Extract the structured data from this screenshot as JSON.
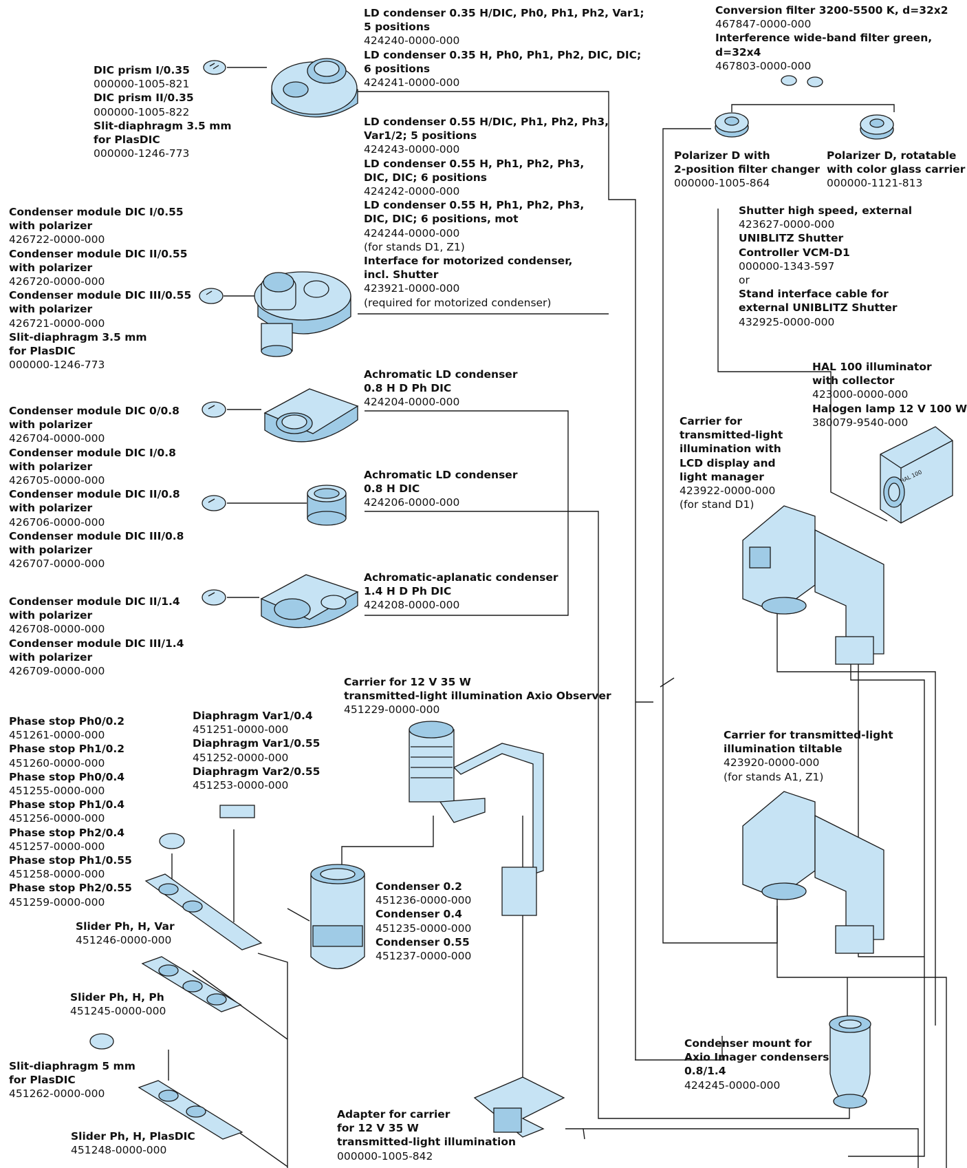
{
  "colors": {
    "part_fill": "#c6e3f4",
    "part_dark": "#9fcbe6",
    "line": "#1a1a1a",
    "text": "#111111"
  },
  "labels": {
    "dic_prism_035": [
      {
        "t": "DIC prism I/0.35"
      },
      {
        "c": "000000-1005-821"
      },
      {
        "t": "DIC prism II/0.35"
      },
      {
        "c": "000000-1005-822"
      },
      {
        "t": "Slit-diaphragm 3.5 mm"
      },
      {
        "t": "for PlasDIC"
      },
      {
        "c": "000000-1246-773"
      }
    ],
    "ld_condenser_035": [
      {
        "t": "LD condenser 0.35 H/DIC, Ph0, Ph1, Ph2, Var1;"
      },
      {
        "t": "5 positions"
      },
      {
        "c": "424240-0000-000"
      },
      {
        "t": "LD condenser 0.35 H, Ph0, Ph1, Ph2, DIC, DIC;"
      },
      {
        "t": "6 positions"
      },
      {
        "c": "424241-0000-000"
      }
    ],
    "ld_condenser_055": [
      {
        "t": "LD condenser 0.55 H/DIC, Ph1, Ph2, Ph3,"
      },
      {
        "t": "Var1/2; 5 positions"
      },
      {
        "c": "424243-0000-000"
      },
      {
        "t": "LD condenser 0.55 H, Ph1, Ph2, Ph3,"
      },
      {
        "t": "DIC, DIC; 6 positions"
      },
      {
        "c": "424242-0000-000"
      },
      {
        "t": "LD condenser 0.55 H, Ph1, Ph2, Ph3,"
      },
      {
        "t": "DIC, DIC; 6 positions, mot"
      },
      {
        "c": "424244-0000-000"
      },
      {
        "c": "(for stands D1, Z1)"
      },
      {
        "t": "Interface for motorized condenser,"
      },
      {
        "t": "incl. Shutter"
      },
      {
        "c": "423921-0000-000"
      },
      {
        "c": "(required for motorized condenser)"
      }
    ],
    "conversion_filter": [
      {
        "t": "Conversion filter 3200-5500 K, d=32x2"
      },
      {
        "c": "467847-0000-000"
      },
      {
        "t": "Interference wide-band filter green,"
      },
      {
        "t": "d=32x4"
      },
      {
        "c": "467803-0000-000"
      }
    ],
    "polarizer_d": [
      {
        "t": "Polarizer D with"
      },
      {
        "t": "2-position filter changer"
      },
      {
        "c": "000000-1005-864"
      }
    ],
    "polarizer_d_rot": [
      {
        "t": "Polarizer D, rotatable"
      },
      {
        "t": "with color glass carrier"
      },
      {
        "c": "000000-1121-813"
      }
    ],
    "shutter": [
      {
        "t": "Shutter high speed, external"
      },
      {
        "c": "423627-0000-000"
      },
      {
        "t": "UNIBLITZ Shutter"
      },
      {
        "t": "Controller VCM-D1"
      },
      {
        "c": "000000-1343-597"
      },
      {
        "c": "or"
      },
      {
        "t": "Stand interface cable for"
      },
      {
        "t": "external UNIBLITZ Shutter"
      },
      {
        "c": "432925-0000-000"
      }
    ],
    "module_dic_055": [
      {
        "t": "Condenser module DIC I/0.55"
      },
      {
        "t": "with polarizer"
      },
      {
        "c": "426722-0000-000"
      },
      {
        "t": "Condenser module DIC II/0.55"
      },
      {
        "t": "with polarizer"
      },
      {
        "c": "426720-0000-000"
      },
      {
        "t": "Condenser module DIC III/0.55"
      },
      {
        "t": "with polarizer"
      },
      {
        "c": "426721-0000-000"
      },
      {
        "t": "Slit-diaphragm 3.5 mm"
      },
      {
        "t": "for PlasDIC"
      },
      {
        "c": "000000-1246-773"
      }
    ],
    "hal100": [
      {
        "t": "HAL 100 illuminator"
      },
      {
        "t": "with collector"
      },
      {
        "c": "423000-0000-000"
      },
      {
        "t": "Halogen lamp 12 V 100 W"
      },
      {
        "c": "380079-9540-000"
      }
    ],
    "achro_08_hdph": [
      {
        "t": "Achromatic LD condenser"
      },
      {
        "t": "0.8 H D Ph DIC"
      },
      {
        "c": "424204-0000-000"
      }
    ],
    "carrier_lcd": [
      {
        "t": "Carrier for"
      },
      {
        "t": "transmitted-light"
      },
      {
        "t": "illumination with"
      },
      {
        "t": "LCD display and"
      },
      {
        "t": "light manager"
      },
      {
        "c": "423922-0000-000"
      },
      {
        "c": "(for stand D1)"
      }
    ],
    "module_dic_08": [
      {
        "t": "Condenser module DIC 0/0.8"
      },
      {
        "t": "with polarizer"
      },
      {
        "c": "426704-0000-000"
      },
      {
        "t": "Condenser module DIC I/0.8"
      },
      {
        "t": "with polarizer"
      },
      {
        "c": "426705-0000-000"
      },
      {
        "t": "Condenser module DIC II/0.8"
      },
      {
        "t": "with polarizer"
      },
      {
        "c": "426706-0000-000"
      },
      {
        "t": "Condenser module DIC III/0.8"
      },
      {
        "t": "with polarizer"
      },
      {
        "c": "426707-0000-000"
      }
    ],
    "achro_08_hdic": [
      {
        "t": "Achromatic LD condenser"
      },
      {
        "t": "0.8 H DIC"
      },
      {
        "c": "424206-0000-000"
      }
    ],
    "achro_aplanatic": [
      {
        "t": "Achromatic-aplanatic condenser"
      },
      {
        "t": "1.4 H D Ph DIC"
      },
      {
        "c": "424208-0000-000"
      }
    ],
    "module_dic_14": [
      {
        "t": "Condenser module DIC II/1.4"
      },
      {
        "t": "with polarizer"
      },
      {
        "c": "426708-0000-000"
      },
      {
        "t": "Condenser module DIC III/1.4"
      },
      {
        "t": "with polarizer"
      },
      {
        "c": "426709-0000-000"
      }
    ],
    "carrier_12v": [
      {
        "t": "Carrier for 12 V 35 W"
      },
      {
        "t": "transmitted-light illumination Axio Observer"
      },
      {
        "c": "451229-0000-000"
      }
    ],
    "carrier_tiltable": [
      {
        "t": "Carrier for transmitted-light"
      },
      {
        "t": "illumination tiltable"
      },
      {
        "c": "423920-0000-000"
      },
      {
        "c": "(for stands A1, Z1)"
      }
    ],
    "phase_stops": [
      {
        "t": "Phase stop Ph0/0.2"
      },
      {
        "c": "451261-0000-000"
      },
      {
        "t": "Phase stop Ph1/0.2"
      },
      {
        "c": "451260-0000-000"
      },
      {
        "t": "Phase stop Ph0/0.4"
      },
      {
        "c": "451255-0000-000"
      },
      {
        "t": "Phase stop Ph1/0.4"
      },
      {
        "c": "451256-0000-000"
      },
      {
        "t": "Phase stop Ph2/0.4"
      },
      {
        "c": "451257-0000-000"
      },
      {
        "t": "Phase stop Ph1/0.55"
      },
      {
        "c": "451258-0000-000"
      },
      {
        "t": "Phase stop Ph2/0.55"
      },
      {
        "c": "451259-0000-000"
      }
    ],
    "diaphragm_var": [
      {
        "t": "Diaphragm Var1/0.4"
      },
      {
        "c": "451251-0000-000"
      },
      {
        "t": "Diaphragm Var1/0.55"
      },
      {
        "c": "451252-0000-000"
      },
      {
        "t": "Diaphragm Var2/0.55"
      },
      {
        "c": "451253-0000-000"
      }
    ],
    "condenser_small": [
      {
        "t": "Condenser 0.2"
      },
      {
        "c": "451236-0000-000"
      },
      {
        "t": "Condenser 0.4"
      },
      {
        "c": "451235-0000-000"
      },
      {
        "t": "Condenser 0.55"
      },
      {
        "c": "451237-0000-000"
      }
    ],
    "slider_ph_h_var": [
      {
        "t": "Slider Ph, H, Var"
      },
      {
        "c": "451246-0000-000"
      }
    ],
    "slider_ph_h_ph": [
      {
        "t": "Slider Ph, H, Ph"
      },
      {
        "c": "451245-0000-000"
      }
    ],
    "condenser_mount": [
      {
        "t": "Condenser mount for"
      },
      {
        "t": "Axio Imager condensers"
      },
      {
        "t": "0.8/1.4"
      },
      {
        "c": "424245-0000-000"
      }
    ],
    "slit_5mm": [
      {
        "t": "Slit-diaphragm 5 mm"
      },
      {
        "t": "for PlasDIC"
      },
      {
        "c": "451262-0000-000"
      }
    ],
    "adapter_carrier": [
      {
        "t": "Adapter for carrier"
      },
      {
        "t": "for 12 V 35 W"
      },
      {
        "t": "transmitted-light illumination"
      },
      {
        "c": "000000-1005-842"
      }
    ],
    "slider_plasdic": [
      {
        "t": "Slider Ph, H, PlasDIC"
      },
      {
        "c": "451248-0000-000"
      }
    ]
  },
  "hal_badge": "HAL 100"
}
